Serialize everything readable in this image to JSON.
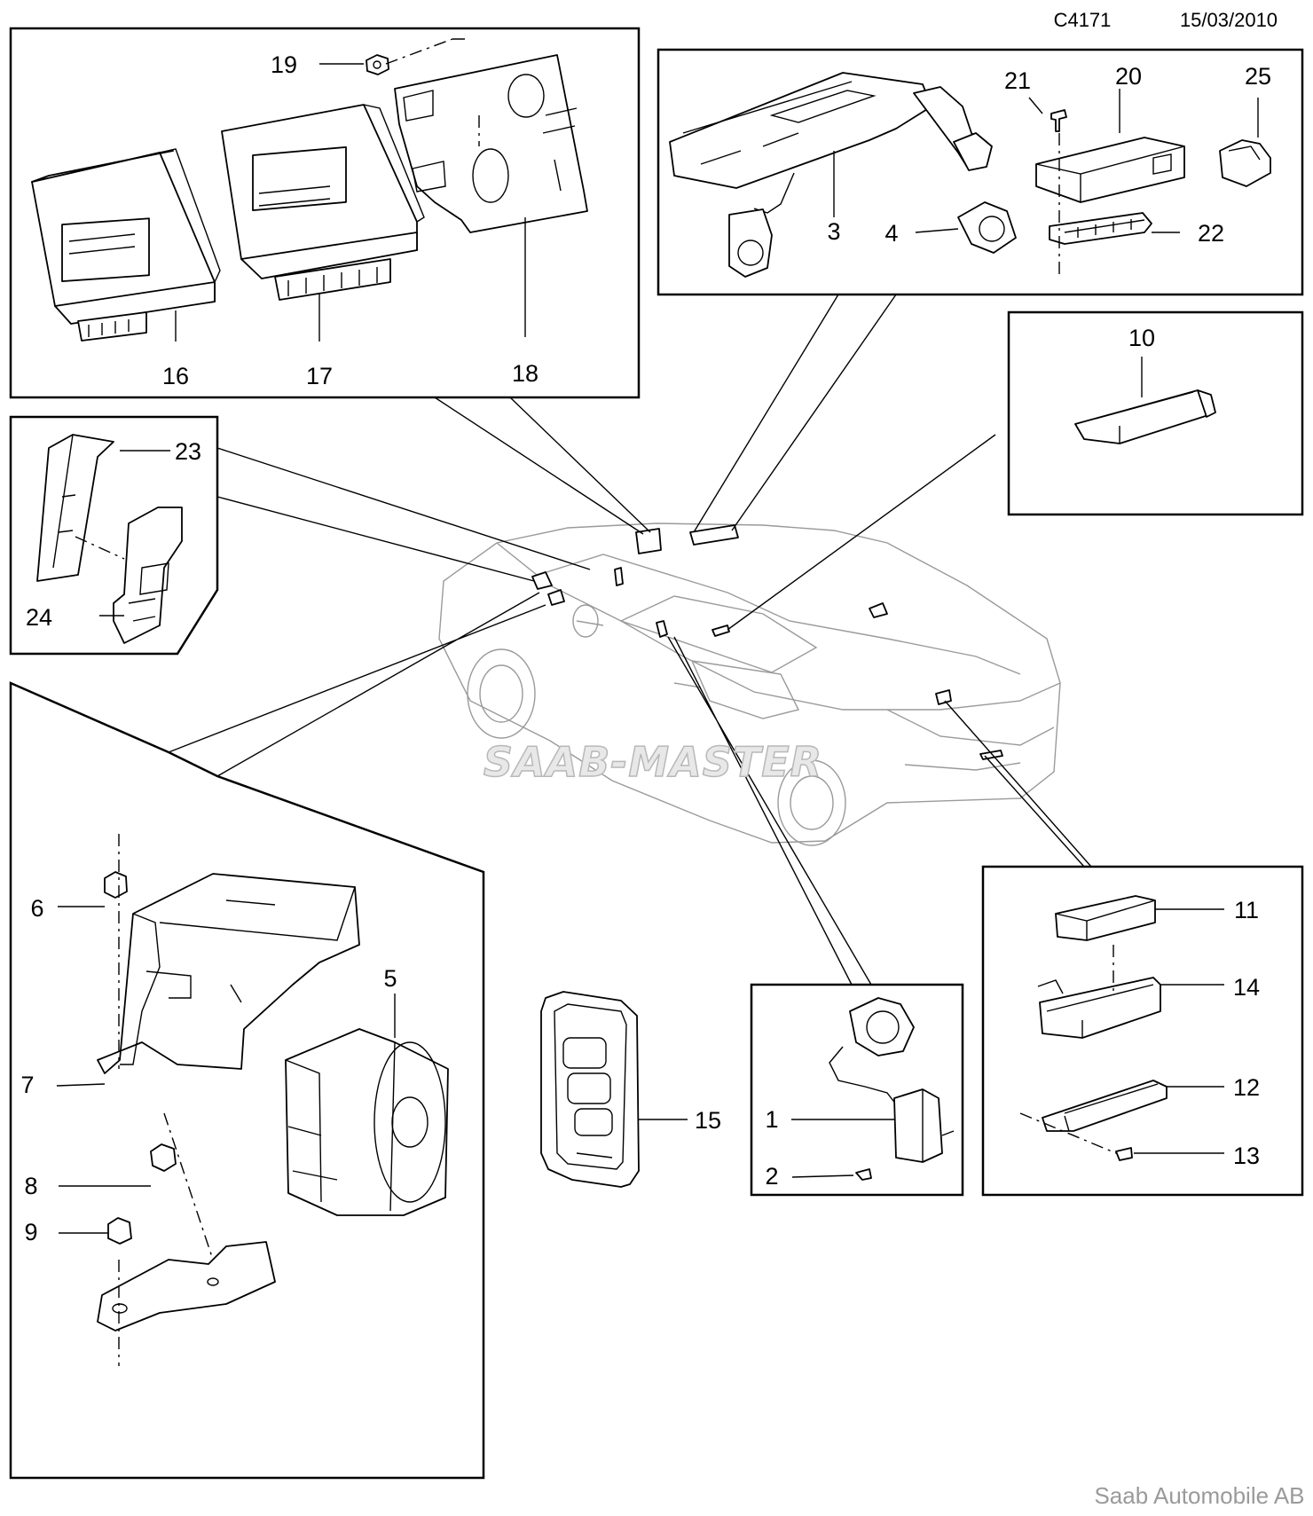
{
  "header": {
    "diagram_code": "C4171",
    "date": "15/03/2010"
  },
  "footer": {
    "company": "Saab Automobile AB"
  },
  "watermark": {
    "text": "SAAB-MASTER"
  },
  "callouts": {
    "c1": "1",
    "c2": "2",
    "c3": "3",
    "c4": "4",
    "c5": "5",
    "c6": "6",
    "c7": "7",
    "c8": "8",
    "c9": "9",
    "c10": "10",
    "c11": "11",
    "c12": "12",
    "c13": "13",
    "c14": "14",
    "c15": "15",
    "c16": "16",
    "c17": "17",
    "c18": "18",
    "c19": "19",
    "c20": "20",
    "c21": "21",
    "c22": "22",
    "c23": "23",
    "c24": "24",
    "c25": "25"
  }
}
